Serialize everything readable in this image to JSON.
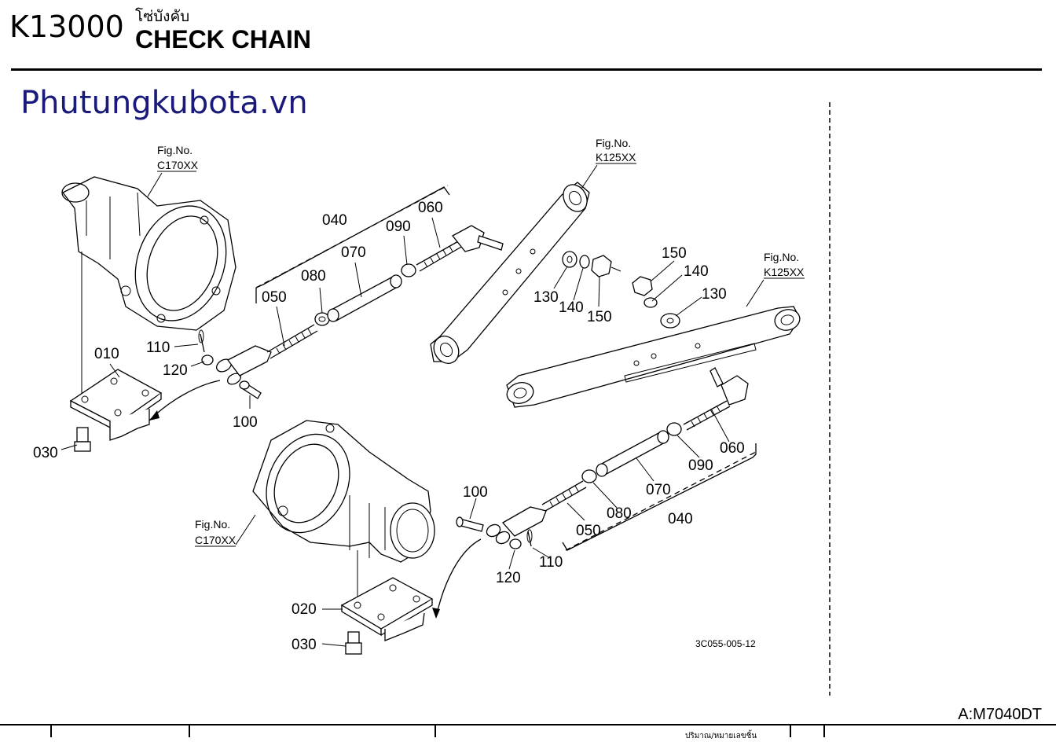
{
  "header": {
    "code": "K13000",
    "thai_title": "โซ่บังคับ",
    "title": "CHECK CHAIN"
  },
  "watermark": "Phutungkubota.vn",
  "footer": {
    "model": "A:M7040DT",
    "snippet": "ปริมาณ/หมายเลขชิ้น"
  },
  "figure": {
    "drawing_number": "3C055-005-12",
    "references": [
      {
        "line1": "Fig.No.",
        "line2": "C170XX"
      },
      {
        "line1": "Fig.No.",
        "line2": "K125XX"
      },
      {
        "line1": "Fig.No.",
        "line2": "K125XX"
      },
      {
        "line1": "Fig.No.",
        "line2": "C170XX"
      }
    ],
    "callouts": [
      "010",
      "030",
      "040",
      "050",
      "060",
      "070",
      "080",
      "090",
      "100",
      "110",
      "120",
      "130",
      "140",
      "150",
      "150",
      "140",
      "130",
      "020",
      "030",
      "040",
      "050",
      "060",
      "070",
      "080",
      "090",
      "100",
      "110",
      "120"
    ]
  }
}
